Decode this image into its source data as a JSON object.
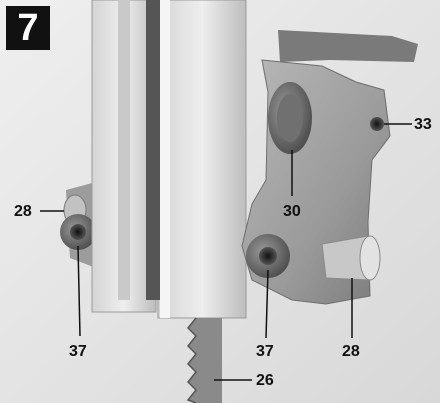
{
  "figure": {
    "number": "7",
    "callouts": {
      "blade_guide_pin_left": "28",
      "knob_left": "37",
      "knob_right": "37",
      "blade_guide_pin_right": "28",
      "support_bearing": "30",
      "adjust_screw_hole": "33",
      "saw_blade": "26"
    }
  }
}
